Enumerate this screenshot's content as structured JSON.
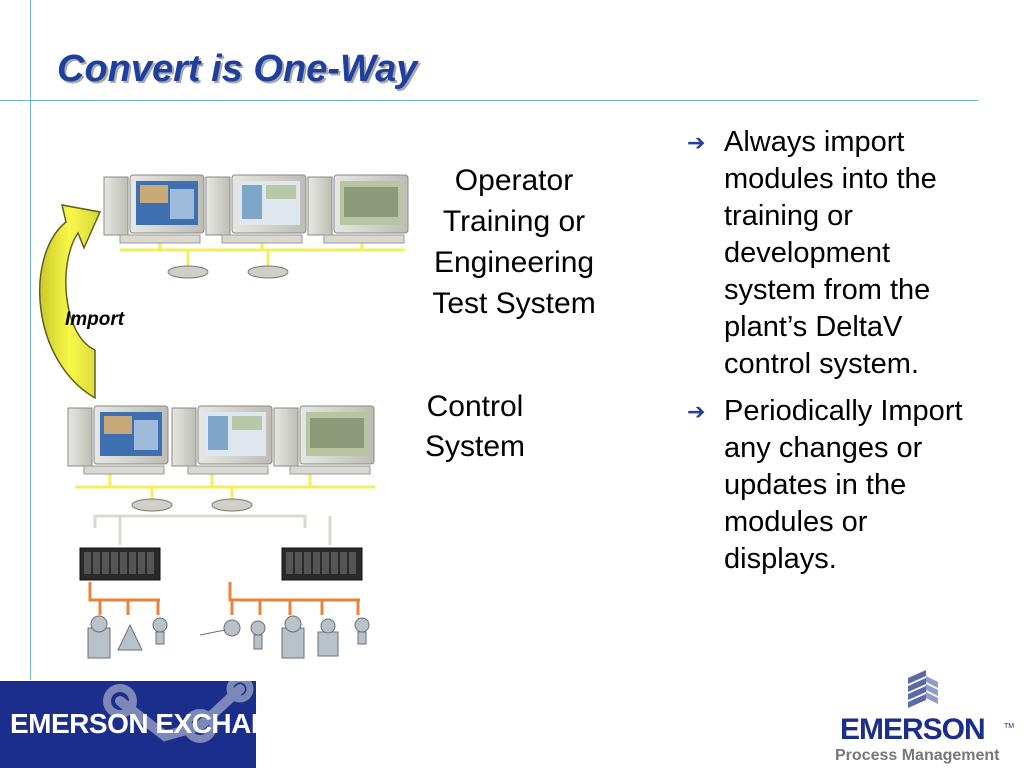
{
  "slide": {
    "title": "Convert is One-Way"
  },
  "diagram": {
    "top_system_label": "Operator Training or Engineering Test System",
    "bottom_system_label": "Control System",
    "import_label": "Import"
  },
  "bullets": [
    {
      "text": "Always import modules into the training or development system from the plant’s DeltaV control system."
    },
    {
      "text": "Periodically Import any changes or updates in the modules or displays."
    }
  ],
  "footer": {
    "left_logo_text": "EMERSON EXCHANGE",
    "right_logo_name": "EMERSON",
    "right_logo_sub": "Process Management",
    "right_logo_tm": "TM"
  },
  "colors": {
    "title": "#1f3f9e",
    "rule": "#6fb3c9",
    "bullet_arrow": "#1f3f9e",
    "import_arrow": "#f2f230",
    "network_yellow": "#f3ee5c",
    "network_orange": "#e8833a",
    "logo_blue": "#1b2e8c"
  },
  "icons": {
    "bullet": "right-arrow-icon",
    "workstation": "computer-workstation-icon",
    "hub": "network-hub-icon",
    "controller": "io-rack-icon",
    "device": "field-transmitter-icon"
  }
}
